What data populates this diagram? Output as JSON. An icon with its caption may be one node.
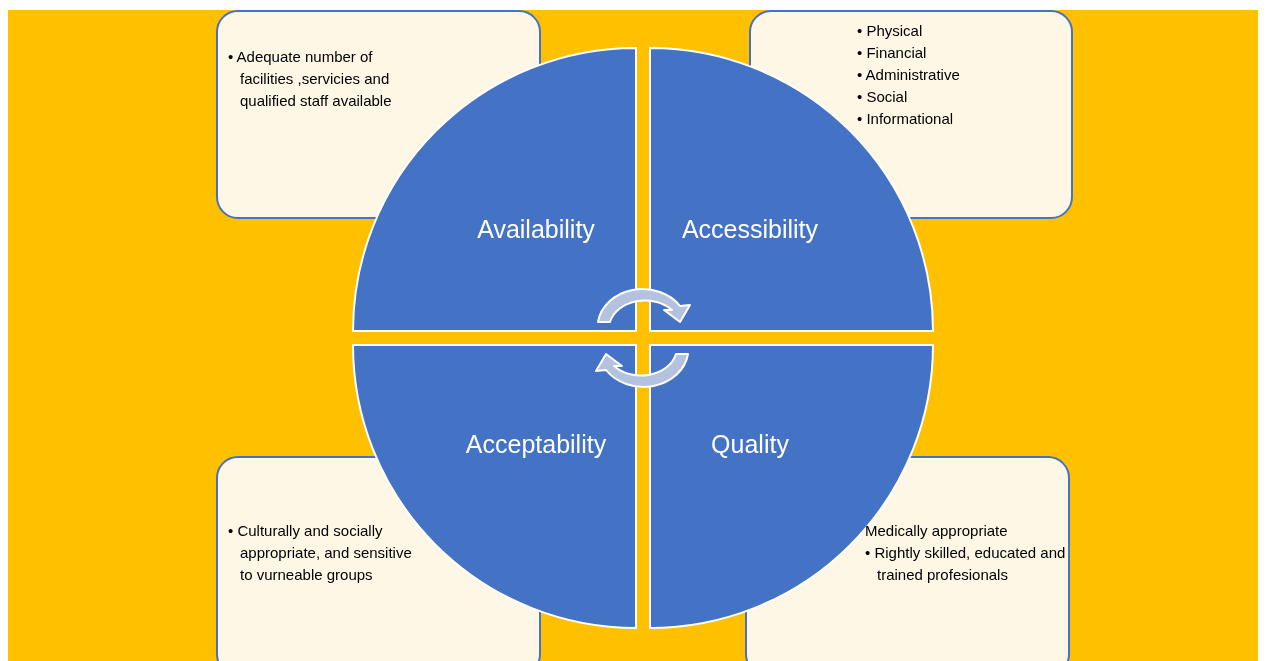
{
  "diagram": {
    "nodes": [
      {
        "text": [
          "Availability"
        ]
      },
      {
        "text": [
          "Accessibility"
        ]
      },
      {
        "text": [
          "Acceptability"
        ]
      },
      {
        "text": [
          "Quality"
        ]
      },
      {
        "text": [
          "• Adequate number of facilities ,servicies and qualified staff available"
        ]
      },
      {
        "text": [
          "• Physical",
          "• Financial",
          "• Administrative",
          "• Social",
          "• Informational"
        ]
      },
      {
        "text": [
          "• Culturally and socially appropriate, and sensitive to vurneable groups"
        ]
      },
      {
        "text": [
          "Medically appropriate",
          "• Rightly skilled, educated and trained profesionals"
        ]
      }
    ]
  }
}
